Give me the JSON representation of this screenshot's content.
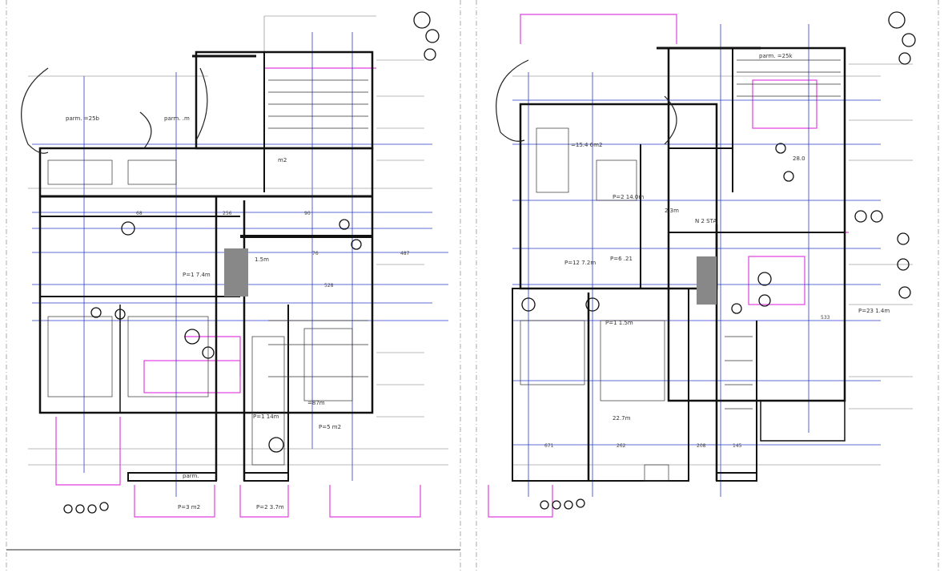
{
  "colors": {
    "wall": "#111111",
    "line": "#555555",
    "dimension": "#2a3bcc",
    "boundary": "#e040e0",
    "sheet_border": "#888888"
  },
  "left_plan": {
    "room_labels": {
      "parking_top_left": "parm. =25b",
      "parking_top_mid": "parm. .m",
      "room_mid": "P=1 7.4m",
      "room_hall": "1.5m",
      "room_bottom_a": "P=3 m2",
      "room_bottom_b": "P=2 3.7m",
      "room_bottom_c": "P=5 m2",
      "room_right_area": "=87m",
      "room_small": "m2",
      "room_bath": "P=1 14m",
      "parking_bottom": "parm."
    },
    "dimensions": [
      "90",
      "68",
      "76",
      "256",
      "528",
      "487"
    ]
  },
  "right_plan": {
    "room_labels": {
      "parking_top": "parm. =25k",
      "room_left": "=15.4 6m2",
      "room_a": "P=2 14.0m",
      "room_b": "P=12 7.2m",
      "room_c": "P=6 .21",
      "room_d": "P=1 1.5m",
      "stair": "N 2 STA",
      "room_e": "P=23 1.4m",
      "room_f": "22.7m",
      "room_g": "2.3m",
      "room_h": "28.0"
    },
    "dimensions": [
      "671",
      "262",
      "208",
      "145",
      "533"
    ]
  }
}
